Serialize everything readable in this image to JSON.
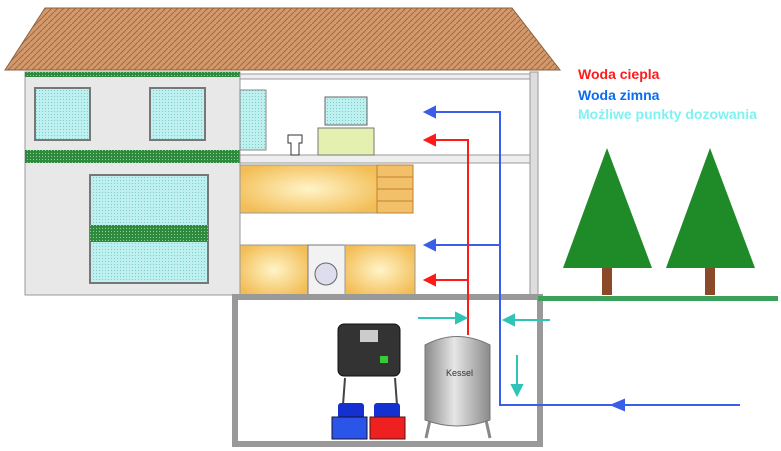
{
  "legend": {
    "hot_water": "Woda ciepla",
    "cold_water": "Woda zimna",
    "dosing_points": "Możliwe punkty dozowania"
  },
  "tank_label": "Kessel",
  "colors": {
    "hot": "#ff1a1a",
    "cold": "#3a5ee8",
    "dosing": "#2ec4b6",
    "roof": "#c98a5c",
    "tree": "#1e8a28",
    "ground": "#3aa05a"
  }
}
